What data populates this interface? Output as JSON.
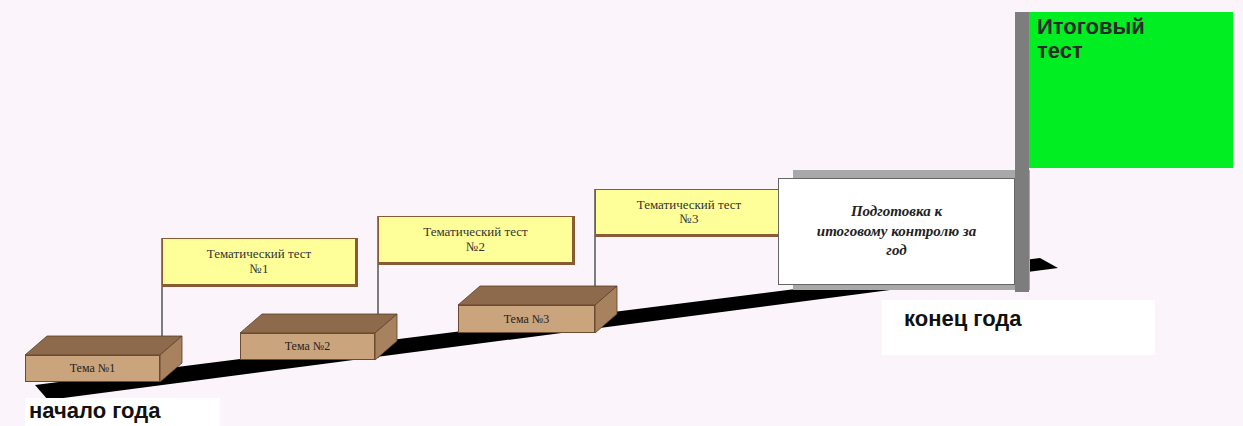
{
  "diagram": {
    "nodes": [
      {
        "text": [
          "Тема №1"
        ]
      },
      {
        "text": [
          "Тематический тест №1"
        ]
      },
      {
        "text": [
          "Тема №2"
        ]
      },
      {
        "text": [
          "Тематический тест №2"
        ]
      },
      {
        "text": [
          "Тема №3"
        ]
      },
      {
        "text": [
          "Тематический тест №3"
        ]
      },
      {
        "text": [
          "Подготовка к итоговому контролю за год"
        ]
      },
      {
        "text": [
          "Итоговый тест"
        ]
      }
    ],
    "labels": [
      "начало года",
      "конец года"
    ]
  }
}
